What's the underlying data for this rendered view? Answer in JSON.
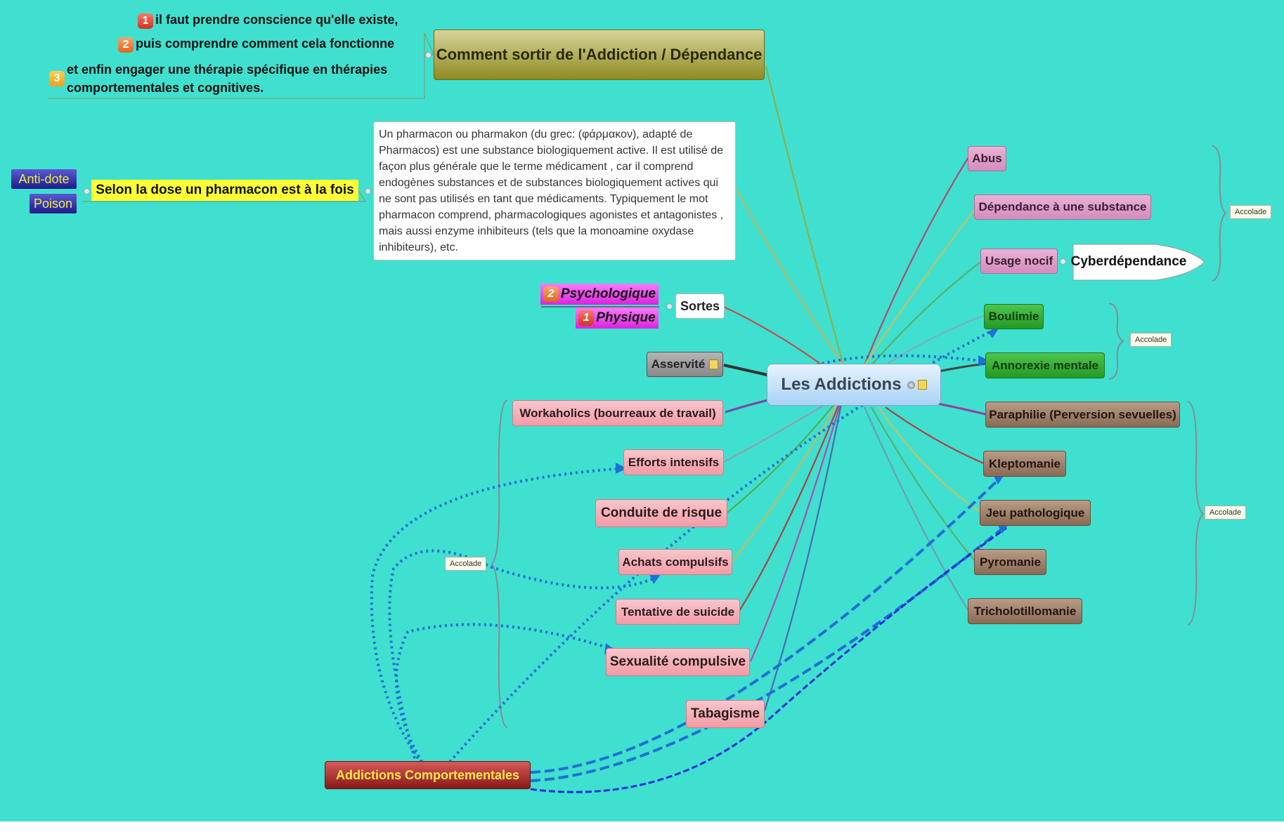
{
  "central": {
    "title": "Les Addictions"
  },
  "sortir": {
    "title": "Comment sortir de l'Addiction / Dépendance",
    "steps": [
      {
        "num": "1",
        "text": "il faut prendre conscience qu'elle existe,"
      },
      {
        "num": "2",
        "text": "puis comprendre comment cela fonctionne"
      },
      {
        "num": "3",
        "line1": "et enfin engager une thérapie spécifique en thérapies",
        "line2": "comportementales et cognitives."
      }
    ]
  },
  "pharmacon": {
    "title": "Selon la dose un pharmacon est à la fois",
    "antidote": "Anti-dote",
    "poison": "Poison",
    "note": "Un pharmacon ou pharmakon (du grec: (φάρμακον), adapté de Pharmacos) est une substance biologiquement active. Il est utilisé de façon plus générale que le terme médicament , car il comprend endogènes substances et de substances biologiquement actives qui ne sont pas utilisés en tant que médicaments. Typiquement le mot pharmacon comprend, pharmacologiques agonistes et antagonistes , mais aussi enzyme inhibiteurs (tels que la monoamine oxydase inhibiteurs), etc."
  },
  "sortes": {
    "title": "Sortes",
    "psychologique": {
      "num": "2",
      "text": "Psychologique"
    },
    "physique": {
      "num": "1",
      "text": "Physique"
    }
  },
  "asservite": "Asservité",
  "right": {
    "abus": "Abus",
    "dependance": "Dépendance à une substance",
    "usage": "Usage nocif",
    "cyber": "Cyberdépendance",
    "boulimie": "Boulimie",
    "anorexie": "Annorexie mentale",
    "paraphilie": "Paraphilie (Perversion sevuelles)",
    "kleptomanie": "Kleptomanie",
    "jeu": "Jeu pathologique",
    "pyromanie": "Pyromanie",
    "tricho": "Tricholotillomanie"
  },
  "left": {
    "workaholics": "Workaholics (bourreaux de travail)",
    "efforts": "Efforts intensifs",
    "conduite": "Conduite de risque",
    "achats": "Achats compulsifs",
    "suicide": "Tentative de suicide",
    "sexualite": "Sexualité compulsive",
    "tabagisme": "Tabagisme"
  },
  "comportementales": "Addictions Comportementales",
  "accolade": "Accolade",
  "colors": {
    "background": "#3fe0cf",
    "central": "#b6dcf8",
    "sortir": "#8f8a20",
    "pharmacon": "#ffff33",
    "antidote": "#2a2a9e",
    "psychologique": "#ee33ee",
    "relationship": "#1f6fd6",
    "comportementales": "#a82a2a"
  }
}
